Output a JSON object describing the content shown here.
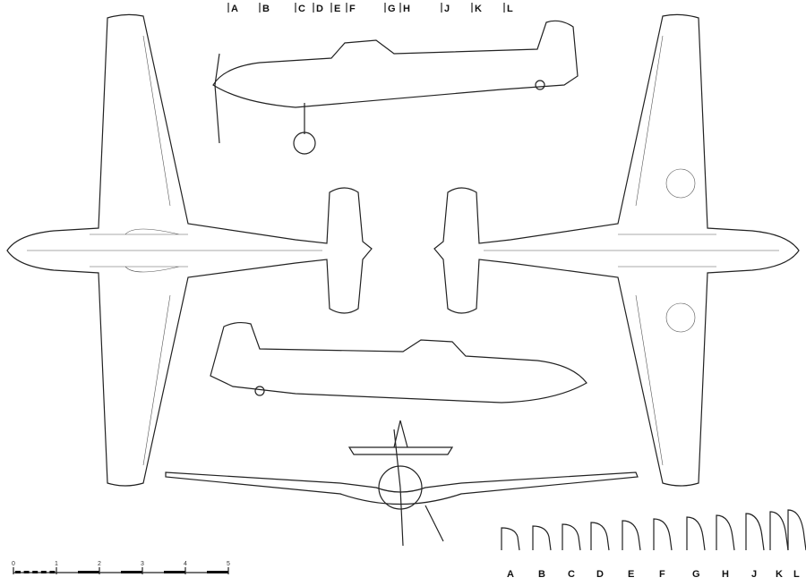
{
  "station_labels": [
    "A",
    "B",
    "C",
    "D",
    "E",
    "F",
    "G",
    "H",
    "J",
    "K",
    "L"
  ],
  "section_labels": [
    "A",
    "B",
    "C",
    "D",
    "E",
    "F",
    "G",
    "H",
    "J",
    "K",
    "L"
  ],
  "scale_bar": {
    "ticks": [
      "0",
      "1",
      "2",
      "3",
      "4",
      "5"
    ]
  },
  "colors": {
    "ink": "#222222",
    "paper": "#ffffff"
  }
}
